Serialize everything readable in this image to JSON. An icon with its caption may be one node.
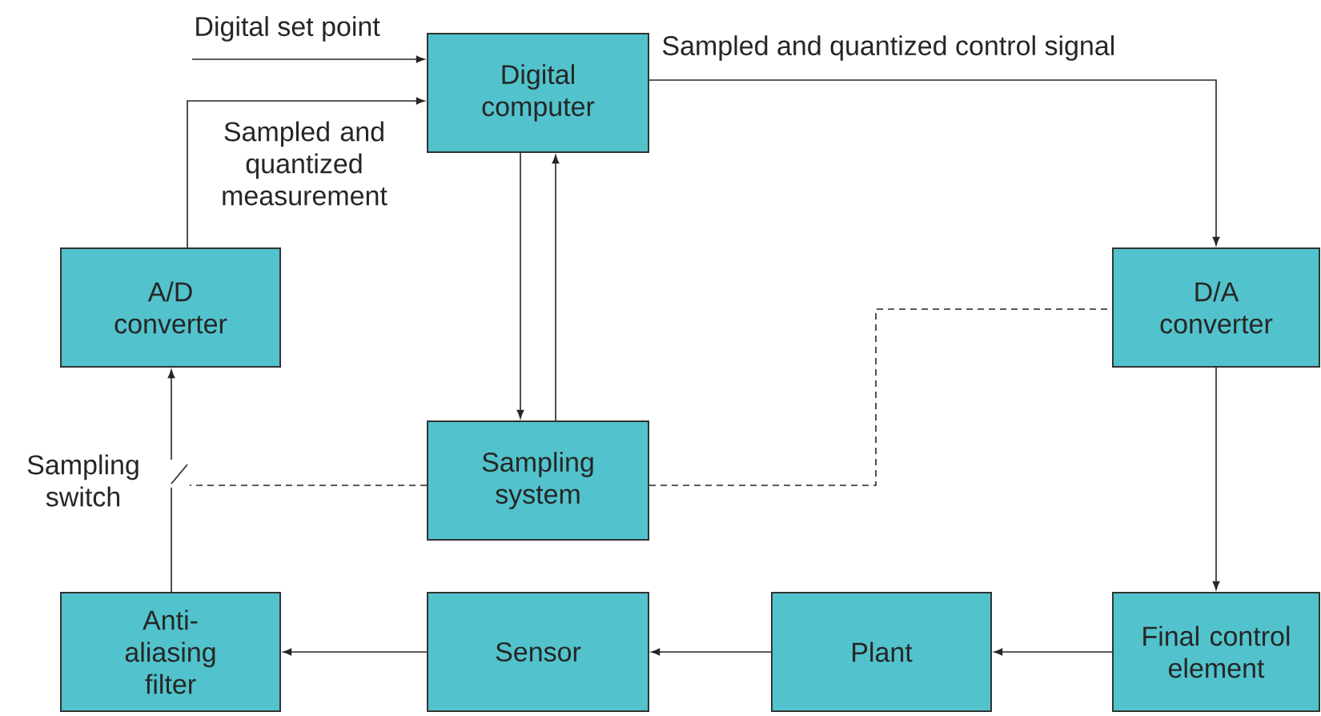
{
  "diagram": {
    "nodes": [
      {
        "text": [
          "Digital computer"
        ]
      },
      {
        "text": [
          "A/D converter"
        ]
      },
      {
        "text": [
          "D/A converter"
        ]
      },
      {
        "text": [
          "Sampling system"
        ]
      },
      {
        "text": [
          "Anti-aliasing filter"
        ]
      },
      {
        "text": [
          "Sensor"
        ]
      },
      {
        "text": [
          "Plant"
        ]
      },
      {
        "text": [
          "Final control element"
        ]
      },
      {
        "text": [],
        "shape": "switch",
        "beside": [
          "Sampling switch"
        ]
      }
    ],
    "edges": [
      {
        "from": null,
        "to": 0,
        "arrow": "to",
        "label": "Digital set point"
      },
      {
        "from": 1,
        "to": 0,
        "arrow": "to",
        "label": "Sampled and quantized measurement"
      },
      {
        "from": 0,
        "to": 2,
        "arrow": "to",
        "label": "Sampled and quantized control signal"
      },
      {
        "from": 0,
        "to": 3,
        "arrow": "to"
      },
      {
        "from": 3,
        "to": 0,
        "arrow": "to"
      },
      {
        "from": 2,
        "to": 7,
        "arrow": "to"
      },
      {
        "from": 7,
        "to": 6,
        "arrow": "to"
      },
      {
        "from": 6,
        "to": 5,
        "arrow": "to"
      },
      {
        "from": 5,
        "to": 4,
        "arrow": "to"
      },
      {
        "from": 4,
        "to": 8,
        "arrow": "none"
      },
      {
        "from": 8,
        "to": 1,
        "arrow": "to"
      },
      {
        "from": 3,
        "to": 8,
        "arrow": "none",
        "style": "dashed"
      },
      {
        "from": 3,
        "to": 2,
        "arrow": "none",
        "style": "dashed"
      }
    ]
  }
}
